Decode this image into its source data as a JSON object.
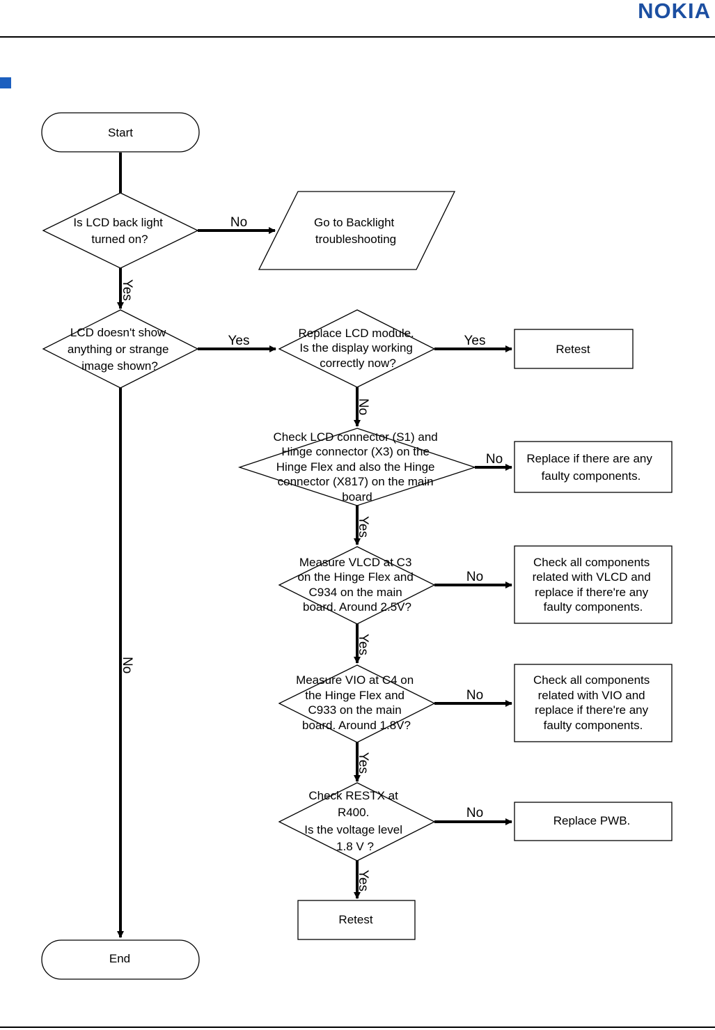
{
  "header": {
    "logo": "NOKIA",
    "accent_color": "#1c4fa1"
  },
  "flowchart": {
    "start": "Start",
    "end": "End",
    "backlight_q": [
      "Is LCD back light",
      "turned on?"
    ],
    "goto_backlight": [
      "Go to Backlight",
      "troubleshooting"
    ],
    "lcd_q": [
      "LCD doesn't show",
      "anything or strange",
      "image shown?"
    ],
    "replace_lcd_q": [
      "Replace LCD module.",
      "Is the display working",
      "correctly now?"
    ],
    "retest_top": "Retest",
    "connector_q": [
      "Check LCD connector (S1) and",
      "Hinge connector (X3) on the",
      "Hinge Flex and also the Hinge",
      "connector (X817) on the main",
      "board"
    ],
    "replace_faulty": [
      "Replace if there are any",
      "faulty components."
    ],
    "vlcd_q": [
      "Measure VLCD at C3",
      "on the Hinge Flex and",
      "C934 on the main",
      "board. Around 2.5V?"
    ],
    "vlcd_fix": [
      "Check all components",
      "related with VLCD and",
      "replace if there're any",
      "faulty components."
    ],
    "vio_q": [
      "Measure VIO at C4 on",
      "the Hinge Flex and",
      "C933 on the main",
      "board. Around 1.8V?"
    ],
    "vio_fix": [
      "Check all components",
      "related with VIO and",
      "replace if there're any",
      "faulty components."
    ],
    "restx_q": [
      "Check RESTX at",
      "R400.",
      "Is the voltage level",
      "1.8 V ?"
    ],
    "replace_pwb": "Replace PWB.",
    "retest_bottom": "Retest",
    "labels": {
      "no": "No",
      "yes": "Yes"
    }
  }
}
